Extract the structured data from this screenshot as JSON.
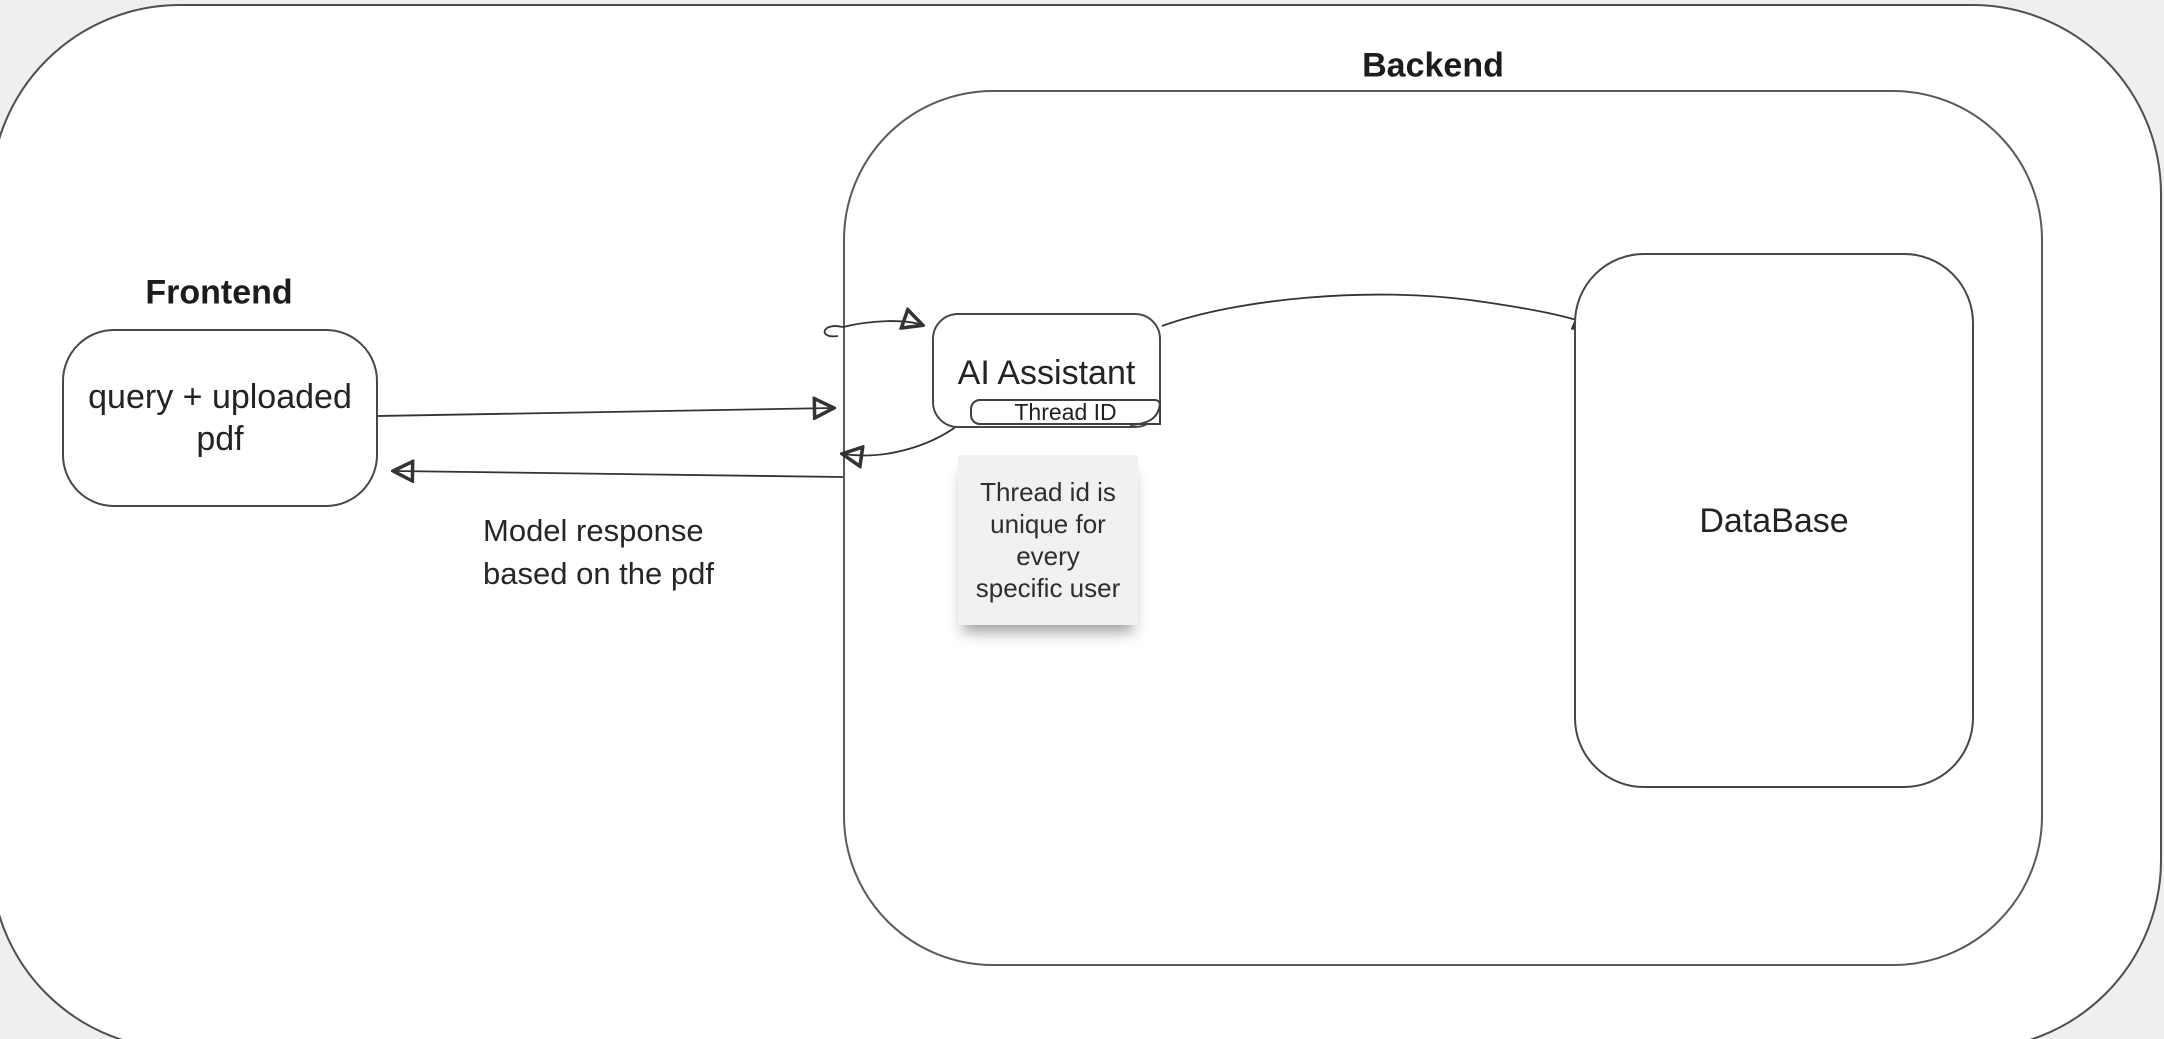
{
  "canvas": {
    "background_outside": "#efefef",
    "sheet_fill": "#ffffff",
    "frame_stroke": "#5a5a5a",
    "arrow_stroke": "#333333",
    "note_fill": "#f1f1f1"
  },
  "groups": {
    "frontend": {
      "label": "Frontend"
    },
    "backend": {
      "label": "Backend"
    }
  },
  "nodes": {
    "query_box": {
      "lines": [
        "query + uploaded",
        "pdf"
      ]
    },
    "ai_assistant": {
      "label": "AI Assistant"
    },
    "thread_id": {
      "label": "Thread ID"
    },
    "database": {
      "label": "DataBase"
    },
    "note": {
      "lines": [
        "Thread id is",
        "unique for",
        "every",
        "specific user"
      ]
    }
  },
  "annotations": {
    "model_response": {
      "lines": [
        "Model response",
        "based on the pdf"
      ]
    }
  },
  "connectors": [
    {
      "from": "query_box",
      "to": "backend-frame",
      "direction": "right"
    },
    {
      "from": "backend-frame",
      "to": "ai_assistant",
      "direction": "right"
    },
    {
      "from": "ai_assistant",
      "to": "backend-frame",
      "direction": "left"
    },
    {
      "from": "backend-frame",
      "to": "query_box",
      "direction": "left"
    },
    {
      "from": "ai_assistant",
      "to": "database",
      "direction": "right"
    }
  ]
}
